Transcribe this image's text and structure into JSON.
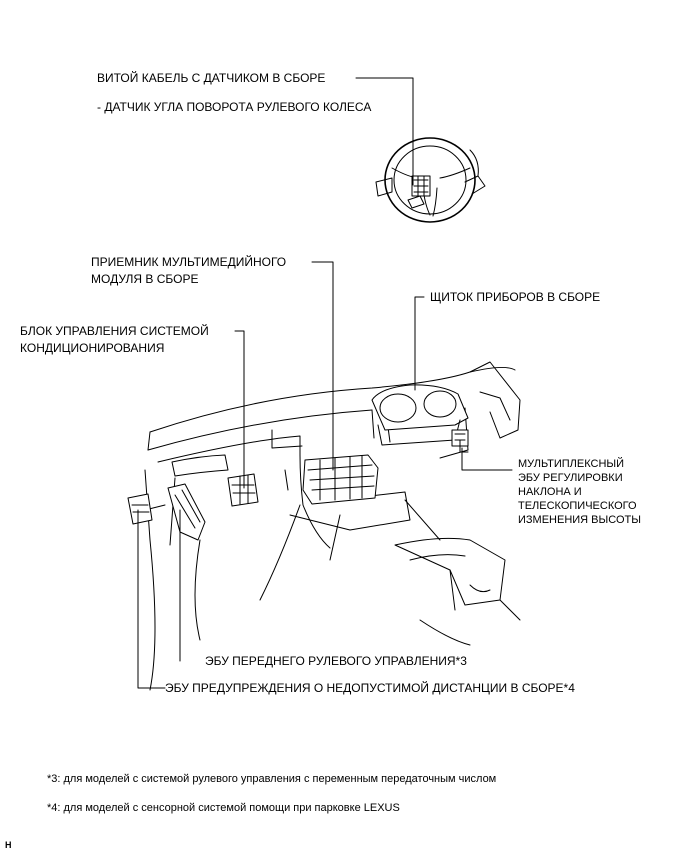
{
  "labels": {
    "spiral_cable": "ВИТОЙ КАБЕЛЬ С ДАТЧИКОМ В СБОРЕ",
    "steering_sensor": "- ДАТЧИК УГЛА ПОВОРОТА РУЛЕВОГО КОЛЕСА",
    "multimedia_line1": "ПРИЕМНИК МУЛЬТИМЕДИЙНОГО",
    "multimedia_line2": "МОДУЛЯ В СБОРЕ",
    "instrument_panel": "ЩИТОК ПРИБОРОВ В СБОРЕ",
    "ac_line1": "БЛОК УПРАВЛЕНИЯ СИСТЕМОЙ",
    "ac_line2": "КОНДИЦИОНИРОВАНИЯ",
    "tilt_line1": "МУЛЬТИПЛЕКСНЫЙ",
    "tilt_line2": "ЭБУ РЕГУЛИРОВКИ",
    "tilt_line3": "НАКЛОНА И",
    "tilt_line4": "ТЕЛЕСКОПИЧЕСКОГО",
    "tilt_line5": "ИЗМЕНЕНИЯ ВЫСОТЫ",
    "front_steering": "ЭБУ ПЕРЕДНЕГО РУЛЕВОГО УПРАВЛЕНИЯ*3",
    "distance_warning": "ЭБУ ПРЕДУПРЕЖДЕНИЯ О НЕДОПУСТИМОЙ ДИСТАНЦИИ В СБОРЕ*4"
  },
  "notes": {
    "note3": "*3: для моделей с системой рулевого управления с переменным передаточным числом",
    "note4": "*4: для моделей с сенсорной системой помощи при парковке LEXUS"
  },
  "corner_mark": "H"
}
